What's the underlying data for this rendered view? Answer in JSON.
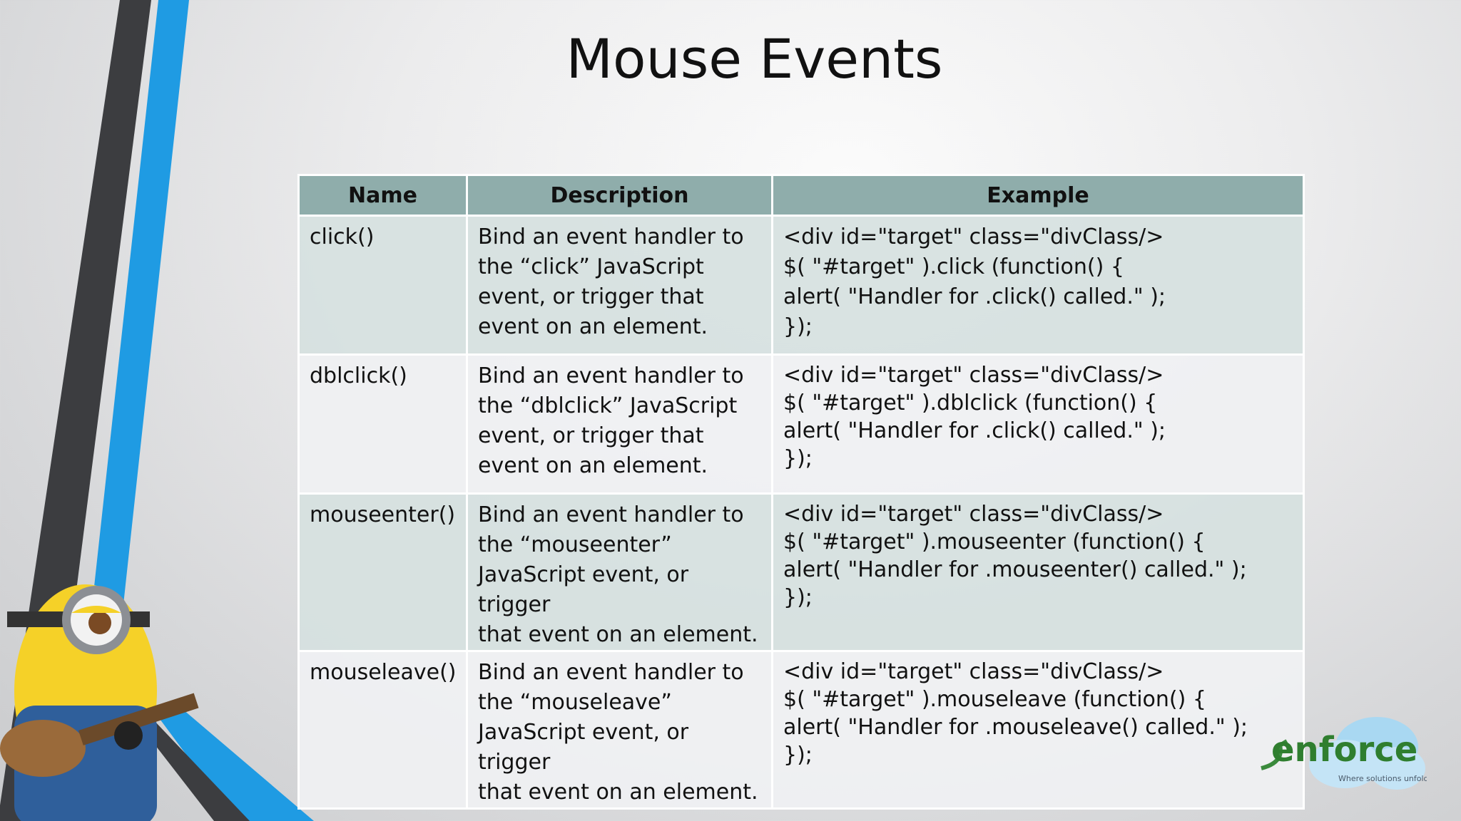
{
  "slide": {
    "title": "Mouse Events"
  },
  "table": {
    "headers": [
      "Name",
      "Description",
      "Example"
    ],
    "rows": [
      {
        "name": "click()",
        "description": "Bind an event handler to\nthe “click” JavaScript\nevent, or trigger that\nevent on an element.",
        "example": [
          "<div id=\"target\" class=\"divClass/>",
          "$( \"#target\" ).click (function() {",
          "alert( \"Handler for .click() called.\" );",
          "});"
        ]
      },
      {
        "name": "dblclick()",
        "description": "Bind an event handler to\nthe “dblclick” JavaScript\nevent, or trigger that\nevent on an element.",
        "example": [
          "<div id=\"target\" class=\"divClass/>",
          "$( \"#target\" ).dblclick (function() {",
          "alert( \"Handler for .click() called.\" );",
          "});"
        ]
      },
      {
        "name": "mouseenter()",
        "description": "Bind an event handler to\nthe “mouseenter”\nJavaScript event, or trigger\nthat event on an element.",
        "example": [
          "<div id=\"target\" class=\"divClass/>",
          "$( \"#target\" ).mouseenter (function() {",
          "alert( \"Handler for .mouseenter() called.\" );",
          "});"
        ]
      },
      {
        "name": "mouseleave()",
        "description": "Bind an event handler to\nthe “mouseleave”\nJavaScript event, or trigger\nthat event on an element.",
        "example": [
          "<div id=\"target\" class=\"divClass/>",
          "$( \"#target\" ).mouseleave (function() {",
          "alert( \"Handler for .mouseleave() called.\" );",
          "});"
        ]
      }
    ]
  },
  "logo": {
    "brand": "enforce",
    "tagline": "Where solutions unfold"
  },
  "colors": {
    "header_bg": "#8fadab",
    "row_odd": "#d6e1e0",
    "row_even": "#eff0f2",
    "stripe_blue": "#1f9be3",
    "stripe_dark": "#3c3d40",
    "logo_green": "#3a8a3c"
  },
  "icons": {
    "mascot": "minion-with-ukulele",
    "logo": "enforce-cloud-logo"
  }
}
